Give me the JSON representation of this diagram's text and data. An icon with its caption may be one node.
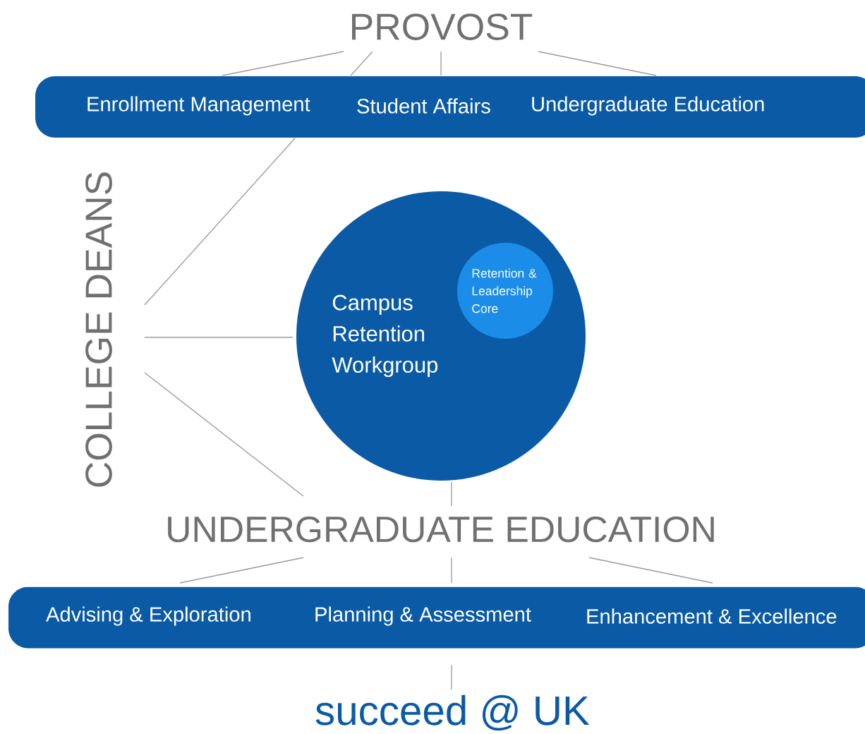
{
  "diagram": {
    "nodes": [
      {
        "text": [
          "PROVOST"
        ]
      },
      {
        "text": [],
        "shape": "box"
      },
      {
        "text": [
          "Enrollment Management"
        ],
        "in": 1
      },
      {
        "text": [
          "Student Affairs"
        ],
        "in": 1
      },
      {
        "text": [
          "Undergraduate Education"
        ],
        "in": 1
      },
      {
        "text": [
          "COLLEGE DEANS"
        ]
      },
      {
        "text": [
          "Campus Retention Workgroup"
        ]
      },
      {
        "text": [
          "Retention & Leadership Core"
        ],
        "in": 6
      },
      {
        "text": [
          "UNDERGRADUATE EDUCATION"
        ]
      },
      {
        "text": [],
        "shape": "box"
      },
      {
        "text": [
          "Advising & Exploration"
        ],
        "in": 9
      },
      {
        "text": [
          "Planning & Assessment"
        ],
        "in": 9
      },
      {
        "text": [
          "Enhancement & Excellence"
        ],
        "in": 9
      },
      {
        "text": [
          "succeed @ UK"
        ]
      }
    ],
    "edges": [
      {
        "from": 0,
        "to": 2,
        "arrow": "none"
      },
      {
        "from": 0,
        "to": 3,
        "arrow": "none"
      },
      {
        "from": 0,
        "to": 1,
        "arrow": "none"
      },
      {
        "from": 0,
        "to": 4,
        "arrow": "none"
      },
      {
        "from": 5,
        "to": 1,
        "arrow": "none"
      },
      {
        "from": 5,
        "to": 6,
        "arrow": "none"
      },
      {
        "from": 5,
        "to": 8,
        "arrow": "none"
      },
      {
        "from": 6,
        "to": 8,
        "arrow": "none"
      },
      {
        "from": 8,
        "to": 10,
        "arrow": "none"
      },
      {
        "from": 8,
        "to": 11,
        "arrow": "none"
      },
      {
        "from": 8,
        "to": 12,
        "arrow": "none"
      },
      {
        "from": 9,
        "to": 13,
        "arrow": "none"
      }
    ]
  }
}
